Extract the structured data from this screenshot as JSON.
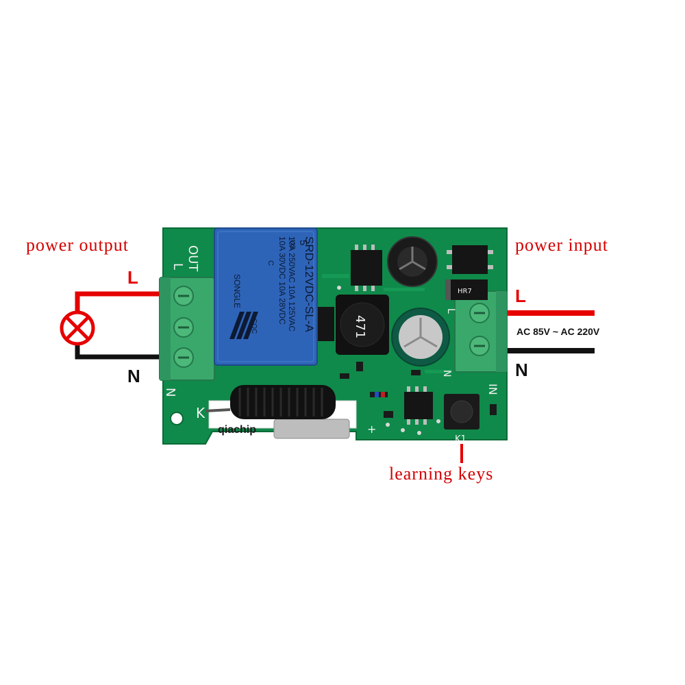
{
  "labels": {
    "power_output": "power output",
    "power_input": "power input",
    "learning_keys": "learning keys",
    "output_l": "L",
    "output_n": "N",
    "input_l": "L",
    "input_n": "N",
    "voltage_range": "AC 85V ~ AC 220V"
  },
  "board": {
    "relay_brand": "SONGLE",
    "relay_model": "SRD-12VDC-SL-A",
    "relay_rating_1": "10A 250VAC  10A 125VAC",
    "relay_rating_2": "10A 30VDC  10A 28VDC",
    "relay_5": "5",
    "relay_us": "US",
    "relay_cqc": "CQC",
    "relay_c": "C",
    "silk_out": "OUT",
    "silk_l_out": "L",
    "silk_n_out": "N",
    "silk_in": "IN",
    "silk_l_in": "L",
    "silk_n_in": "N",
    "silk_k": "K",
    "silk_k1": "K1",
    "silk_plus": "+",
    "inductor_code": "471",
    "diode_code": "HR7",
    "chip_brand": "qiachip"
  },
  "colors": {
    "wire_live": "#e60000",
    "wire_neutral": "#111111",
    "pcb": "#0f8a4a",
    "relay": "#2e64b8",
    "terminal": "#3aa86b",
    "label_red": "#d40000"
  }
}
